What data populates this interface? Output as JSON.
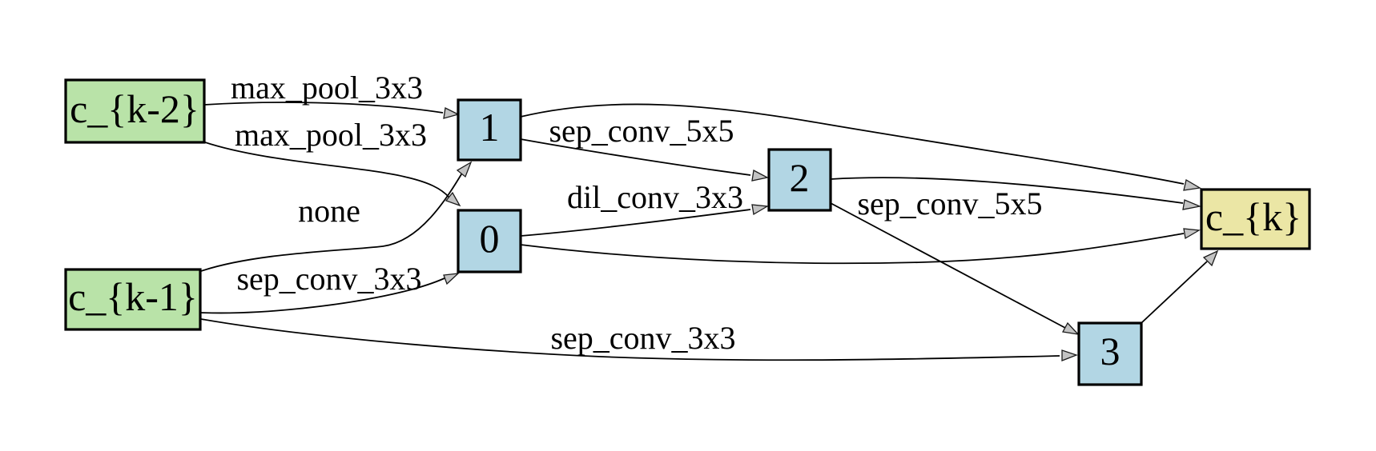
{
  "diagram": {
    "kind": "neural-architecture-search-cell",
    "background_color": "#ffffff",
    "colors": {
      "input_node_fill": "#b9e3a8",
      "intermediate_node_fill": "#b2d6e4",
      "output_node_fill": "#ebe6a5",
      "node_border": "#000000",
      "edge_stroke": "#000000",
      "arrowhead_fill": "#c3c3c3",
      "label_text": "#000000"
    },
    "nodes": [
      {
        "id": "c_k-2",
        "label": "c_{k-2}",
        "type": "input"
      },
      {
        "id": "c_k-1",
        "label": "c_{k-1}",
        "type": "input"
      },
      {
        "id": "1",
        "label": "1",
        "type": "intermediate"
      },
      {
        "id": "0",
        "label": "0",
        "type": "intermediate"
      },
      {
        "id": "2",
        "label": "2",
        "type": "intermediate"
      },
      {
        "id": "3",
        "label": "3",
        "type": "intermediate"
      },
      {
        "id": "c_k",
        "label": "c_{k}",
        "type": "output"
      }
    ],
    "edges": [
      {
        "from": "c_{k-2}",
        "to": "1",
        "label": "max_pool_3x3"
      },
      {
        "from": "c_{k-2}",
        "to": "0",
        "label": "max_pool_3x3"
      },
      {
        "from": "c_{k-1}",
        "to": "1",
        "label": "none"
      },
      {
        "from": "c_{k-1}",
        "to": "0",
        "label": "sep_conv_3x3"
      },
      {
        "from": "c_{k-1}",
        "to": "3",
        "label": "sep_conv_3x3"
      },
      {
        "from": "1",
        "to": "2",
        "label": "sep_conv_5x5"
      },
      {
        "from": "0",
        "to": "2",
        "label": "dil_conv_3x3"
      },
      {
        "from": "2",
        "to": "3",
        "label": "sep_conv_5x5"
      },
      {
        "from": "0",
        "to": "c_{k}",
        "label": ""
      },
      {
        "from": "1",
        "to": "c_{k}",
        "label": ""
      },
      {
        "from": "2",
        "to": "c_{k}",
        "label": ""
      },
      {
        "from": "3",
        "to": "c_{k}",
        "label": ""
      }
    ]
  }
}
